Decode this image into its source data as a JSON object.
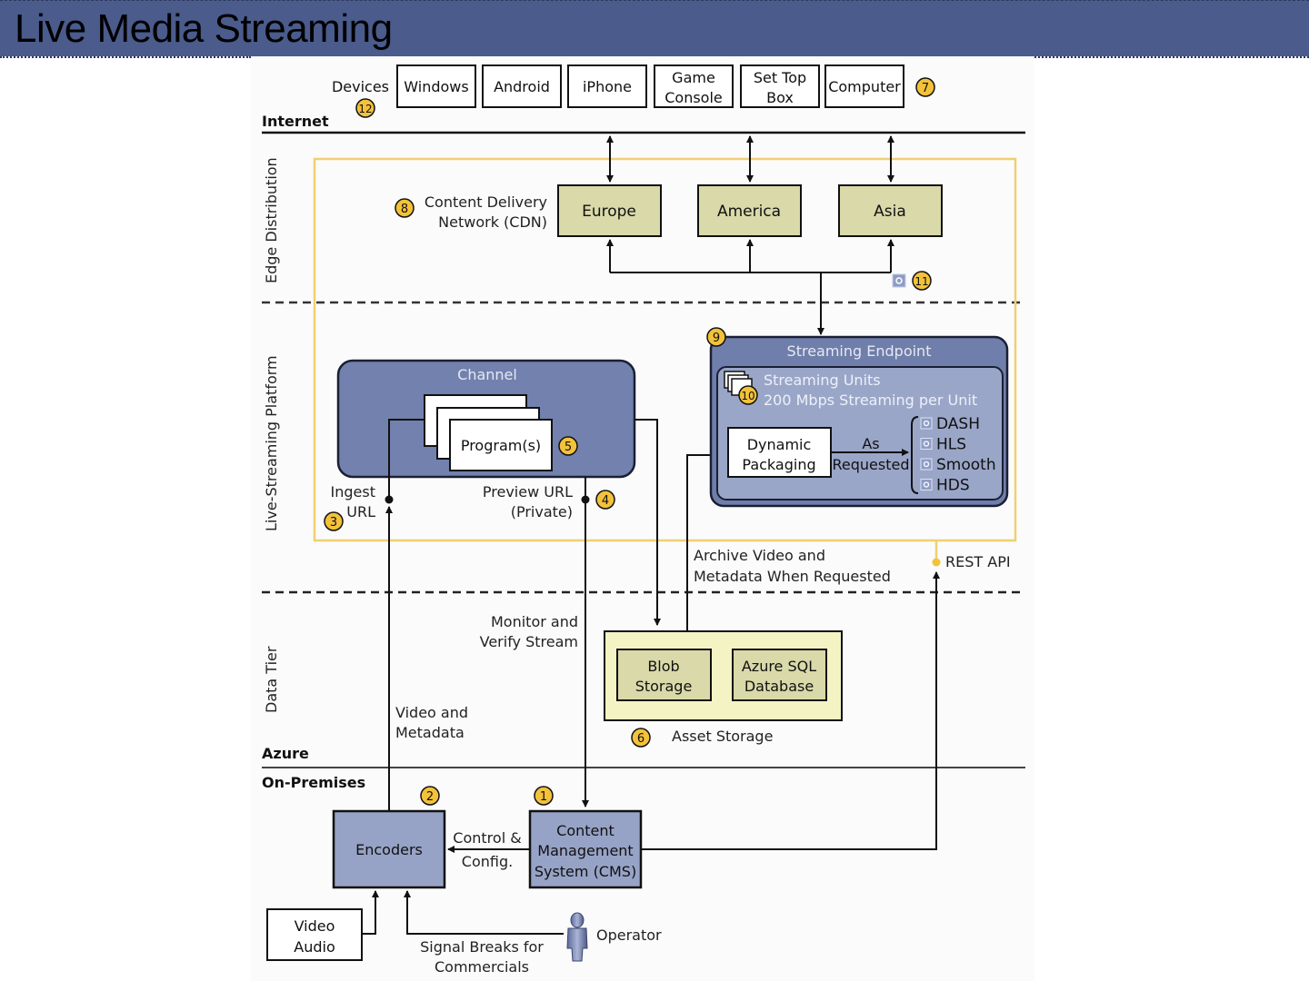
{
  "page": {
    "title": "Live Media Streaming"
  },
  "zones": {
    "internet": "Internet",
    "edge": "Edge Distribution",
    "platform": "Live-Streaming Platform",
    "data_tier": "Data Tier",
    "azure": "Azure",
    "on_premises": "On-Premises"
  },
  "devices": {
    "label": "Devices",
    "badge": "12",
    "items": [
      {
        "line1": "Windows",
        "line2": ""
      },
      {
        "line1": "Android",
        "line2": ""
      },
      {
        "line1": "iPhone",
        "line2": ""
      },
      {
        "line1": "Game",
        "line2": "Console"
      },
      {
        "line1": "Set Top",
        "line2": "Box"
      },
      {
        "line1": "Computer",
        "line2": ""
      }
    ],
    "group_badge": "7"
  },
  "cdn": {
    "badge": "8",
    "label_line1": "Content Delivery",
    "label_line2": "Network (CDN)",
    "regions": [
      "Europe",
      "America",
      "Asia"
    ],
    "origin_badge": "11"
  },
  "channel": {
    "title": "Channel",
    "program_label": "Program(s)",
    "program_badge": "5",
    "ingest_line1": "Ingest",
    "ingest_line2": "URL",
    "ingest_badge": "3",
    "preview_line1": "Preview URL",
    "preview_line2": "(Private)",
    "preview_badge": "4"
  },
  "streaming_endpoint": {
    "badge": "9",
    "title": "Streaming Endpoint",
    "units_line1": "Streaming Units",
    "units_line2": "200 Mbps Streaming per Unit",
    "units_badge": "10",
    "packaging_line1": "Dynamic",
    "packaging_line2": "Packaging",
    "as_line1": "As",
    "as_line2": "Requested",
    "formats": [
      "DASH",
      "HLS",
      "Smooth",
      "HDS"
    ]
  },
  "labels": {
    "archive_line1": "Archive Video and",
    "archive_line2": "Metadata When Requested",
    "rest_api": "REST API",
    "monitor_line1": "Monitor and",
    "monitor_line2": "Verify Stream",
    "video_meta_line1": "Video and",
    "video_meta_line2": "Metadata",
    "control_line1": "Control &",
    "control_line2": "Config.",
    "signal_line1": "Signal Breaks for",
    "signal_line2": "Commercials",
    "operator": "Operator"
  },
  "storage": {
    "blob_line1": "Blob",
    "blob_line2": "Storage",
    "sql_line1": "Azure SQL",
    "sql_line2": "Database",
    "caption": "Asset Storage",
    "badge": "6"
  },
  "onprem": {
    "encoders": "Encoders",
    "encoders_badge": "2",
    "cms_line1": "Content",
    "cms_line2": "Management",
    "cms_line3": "System (CMS)",
    "cms_badge": "1",
    "source_line1": "Video",
    "source_line2": "Audio"
  },
  "colors": {
    "title_bar": "#4a5b8c",
    "badge_fill": "#f3c23a",
    "region_fill": "#d9d9a9",
    "platform_border": "#f0cf73",
    "channel_fill": "#7281ad",
    "endpoint_inner": "#9aa6c8",
    "storage_fill": "#f3f3c4",
    "onprem_fill": "#97a3c6"
  }
}
